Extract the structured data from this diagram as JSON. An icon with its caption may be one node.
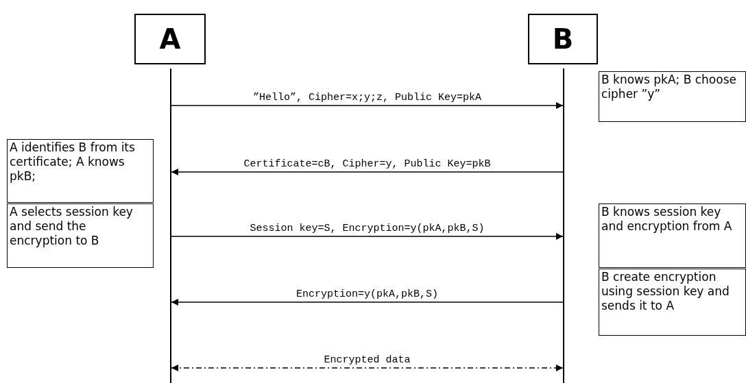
{
  "diagram": {
    "nodes": [
      {
        "text": [
          "A"
        ]
      },
      {
        "text": [
          "B"
        ]
      },
      {
        "text": [],
        "shape": "bar"
      },
      {
        "text": [],
        "shape": "bar"
      },
      {
        "text": [
          "B knows pkA; B choose cipher ”y”"
        ]
      },
      {
        "text": [
          "A identifies B from its certificate; A knows pkB;"
        ]
      },
      {
        "text": [
          "A selects session key and send the encryption to B"
        ]
      },
      {
        "text": [
          "B knows session key and encryption from A"
        ]
      },
      {
        "text": [
          "B create encryption using session key and sends it to A"
        ]
      }
    ],
    "edges": [
      {
        "from": 2,
        "to": 3,
        "arrow": "to",
        "label": "”Hello”, Cipher=x;y;z, Public Key=pkA"
      },
      {
        "from": 3,
        "to": 2,
        "arrow": "to",
        "label": "Certificate=cB, Cipher=y, Public Key=pkB"
      },
      {
        "from": 2,
        "to": 3,
        "arrow": "to",
        "label": "Session key=S, Encryption=y(pkA,pkB,S)"
      },
      {
        "from": 3,
        "to": 2,
        "arrow": "to",
        "label": "Encryption=y(pkA,pkB,S)"
      },
      {
        "from": 2,
        "to": 3,
        "arrow": "both",
        "label": "Encrypted data",
        "style": "dashed"
      }
    ]
  }
}
